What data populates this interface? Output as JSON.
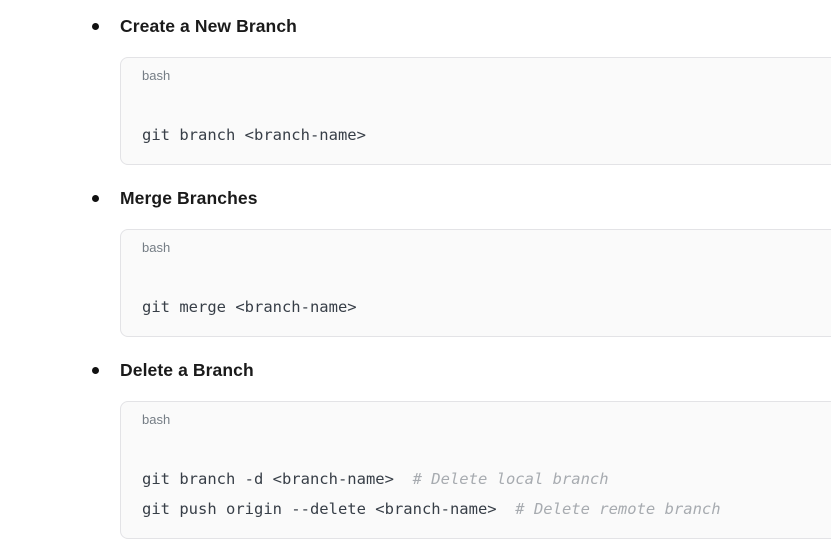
{
  "page": {
    "background": "#ffffff",
    "type": "rendered-markdown-document"
  },
  "colors": {
    "heading_text": "#1a1a1a",
    "code_block_background": "#fafafa",
    "code_block_border": "#e3e3e6",
    "language_label": "#757d85",
    "code_text": "#373e47",
    "comment_text": "#a7abb0"
  },
  "list": {
    "items": [
      {
        "title": "Create a New Branch",
        "code_block": {
          "language": "bash",
          "lines": [
            {
              "code": "git branch <branch-name>",
              "comment": ""
            }
          ]
        }
      },
      {
        "title": "Merge Branches",
        "code_block": {
          "language": "bash",
          "lines": [
            {
              "code": "git merge <branch-name>",
              "comment": ""
            }
          ]
        }
      },
      {
        "title": "Delete a Branch",
        "code_block": {
          "language": "bash",
          "lines": [
            {
              "code": "git branch -d <branch-name>",
              "comment": "# Delete local branch"
            },
            {
              "code": "git push origin --delete <branch-name>",
              "comment": "# Delete remote branch"
            }
          ]
        }
      }
    ]
  }
}
